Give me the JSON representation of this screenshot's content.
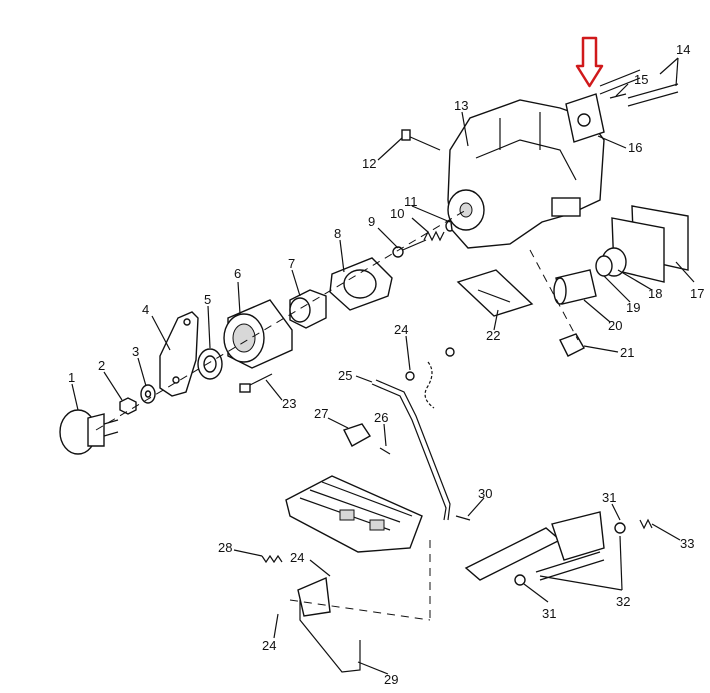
{
  "figure": {
    "callouts": [
      "1",
      "2",
      "3",
      "4",
      "5",
      "6",
      "7",
      "8",
      "9",
      "10",
      "11",
      "12",
      "13",
      "14",
      "15",
      "16",
      "17",
      "18",
      "19",
      "20",
      "21",
      "22",
      "23",
      "24",
      "24",
      "24",
      "24",
      "25",
      "26",
      "27",
      "28",
      "29",
      "30",
      "31",
      "31",
      "32",
      "33"
    ],
    "arrow_color": "#d0191b",
    "line_color": "#111111"
  }
}
